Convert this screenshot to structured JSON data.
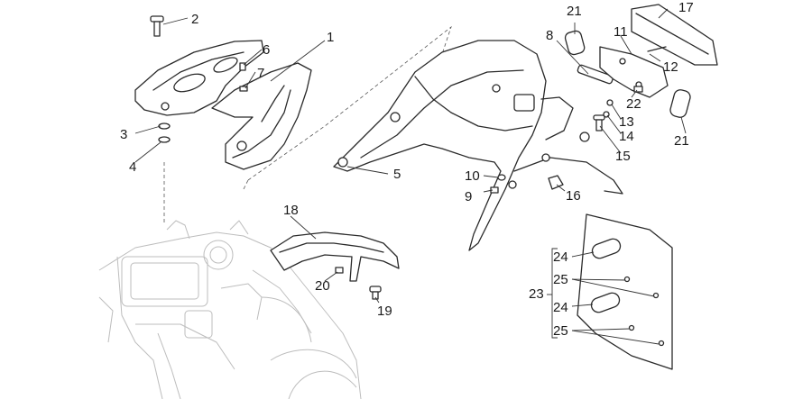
{
  "colors": {
    "line": "#2a2a2a",
    "ghost": "#bdbdbd",
    "background": "#ffffff"
  },
  "parts": [
    {
      "id": "p1",
      "label": "1"
    },
    {
      "id": "p2",
      "label": "2"
    },
    {
      "id": "p3",
      "label": "3"
    },
    {
      "id": "p4",
      "label": "4"
    },
    {
      "id": "p5",
      "label": "5"
    },
    {
      "id": "p6",
      "label": "6"
    },
    {
      "id": "p7",
      "label": "7"
    },
    {
      "id": "p8",
      "label": "8"
    },
    {
      "id": "p9",
      "label": "9"
    },
    {
      "id": "p10",
      "label": "10"
    },
    {
      "id": "p11",
      "label": "11"
    },
    {
      "id": "p12",
      "label": "12"
    },
    {
      "id": "p13",
      "label": "13"
    },
    {
      "id": "p14",
      "label": "14"
    },
    {
      "id": "p15",
      "label": "15"
    },
    {
      "id": "p16",
      "label": "16"
    },
    {
      "id": "p17",
      "label": "17"
    },
    {
      "id": "p18",
      "label": "18"
    },
    {
      "id": "p19",
      "label": "19"
    },
    {
      "id": "p20",
      "label": "20"
    },
    {
      "id": "p21a",
      "label": "21"
    },
    {
      "id": "p21b",
      "label": "21"
    },
    {
      "id": "p22",
      "label": "22"
    },
    {
      "id": "p23",
      "label": "23"
    },
    {
      "id": "p24a",
      "label": "24"
    },
    {
      "id": "p24b",
      "label": "24"
    },
    {
      "id": "p25a",
      "label": "25"
    },
    {
      "id": "p25b",
      "label": "25"
    }
  ]
}
